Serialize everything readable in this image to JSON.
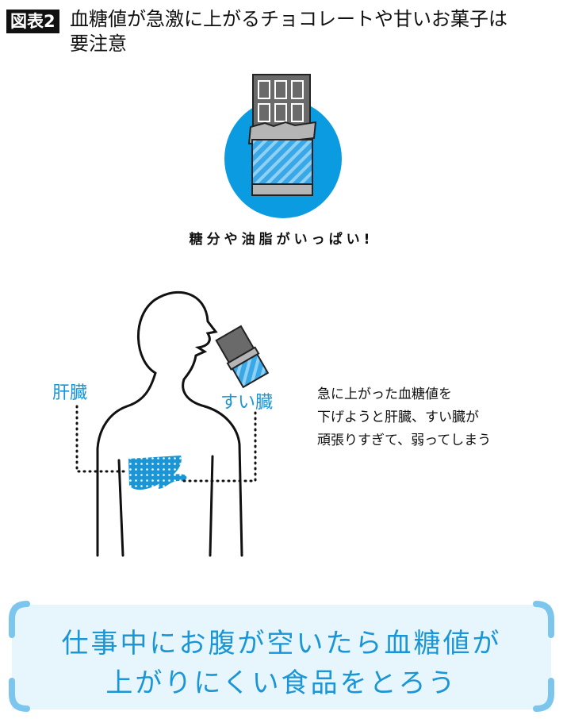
{
  "header": {
    "figure_label": "図表2",
    "title_line1": "血糖値が急激に上がるチョコレートや甘いお菓子は",
    "title_line2": "要注意"
  },
  "caption": "糖分や油脂がいっぱい!",
  "body_diagram": {
    "liver_label": "肝臓",
    "pancreas_label": "すい臓",
    "note_lines": [
      "急に上がった血糖値を",
      "下げようと肝臓、すい臓が",
      "頑張りすぎて、弱ってしまう"
    ]
  },
  "tip": {
    "line1": "仕事中にお腹が空いたら血糖値が",
    "line2": "上がりにくい食品をとろう"
  },
  "colors": {
    "accent": "#1a96d6",
    "circle": "#0a9be0",
    "tip_bg": "#e7f5fc",
    "bracket": "#7cc6ee"
  }
}
